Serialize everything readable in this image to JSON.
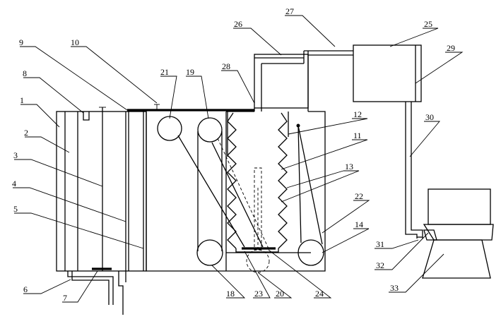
{
  "labels": [
    {
      "id": "1",
      "text": "1"
    },
    {
      "id": "2",
      "text": "2"
    },
    {
      "id": "3",
      "text": "3"
    },
    {
      "id": "4",
      "text": "4"
    },
    {
      "id": "5",
      "text": "5"
    },
    {
      "id": "6",
      "text": "6"
    },
    {
      "id": "7",
      "text": "7"
    },
    {
      "id": "8",
      "text": "8"
    },
    {
      "id": "9",
      "text": "9"
    },
    {
      "id": "10",
      "text": "10"
    },
    {
      "id": "11",
      "text": "11"
    },
    {
      "id": "12",
      "text": "12"
    },
    {
      "id": "13",
      "text": "13"
    },
    {
      "id": "14",
      "text": "14"
    },
    {
      "id": "18",
      "text": "18"
    },
    {
      "id": "19",
      "text": "19"
    },
    {
      "id": "20",
      "text": "20"
    },
    {
      "id": "21",
      "text": "21"
    },
    {
      "id": "22",
      "text": "22"
    },
    {
      "id": "23",
      "text": "23"
    },
    {
      "id": "24",
      "text": "24"
    },
    {
      "id": "25",
      "text": "25"
    },
    {
      "id": "26",
      "text": "26"
    },
    {
      "id": "27",
      "text": "27"
    },
    {
      "id": "28",
      "text": "28"
    },
    {
      "id": "29",
      "text": "29"
    },
    {
      "id": "30",
      "text": "30"
    },
    {
      "id": "31",
      "text": "31"
    },
    {
      "id": "32",
      "text": "32"
    },
    {
      "id": "33",
      "text": "33"
    }
  ]
}
